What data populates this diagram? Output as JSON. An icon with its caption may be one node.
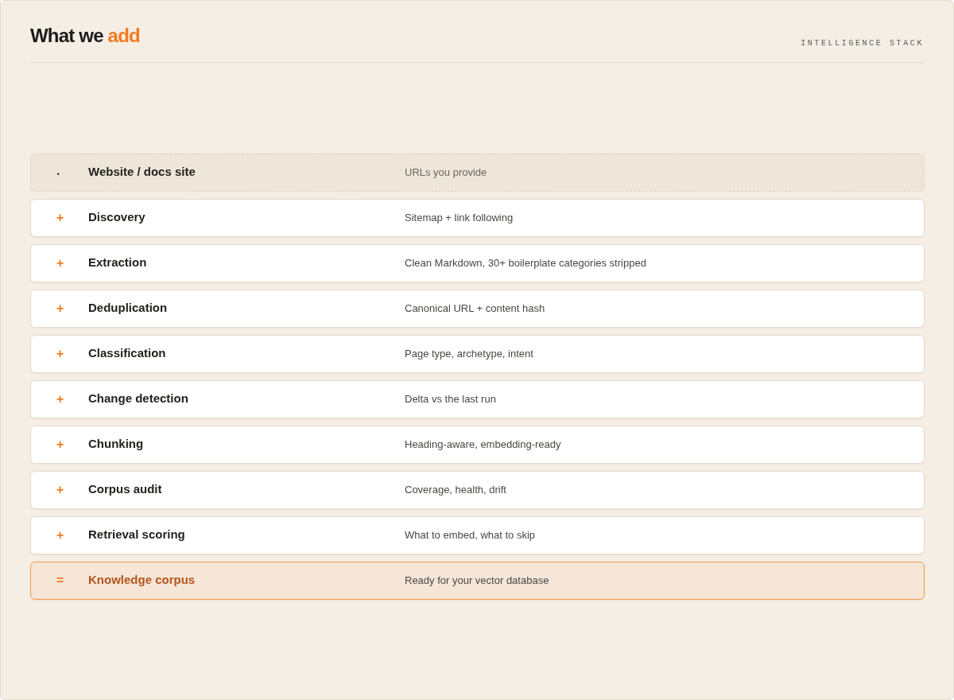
{
  "diagram": {
    "title": "What we add",
    "nodes": [
      {
        "text": [
          ".",
          "Website / docs site",
          "URLs you provide"
        ]
      },
      {
        "text": [
          "+",
          "Discovery",
          "Sitemap + link following"
        ]
      },
      {
        "text": [
          "+",
          "Extraction",
          "Clean Markdown, 30+ boilerplate categories stripped"
        ]
      },
      {
        "text": [
          "+",
          "Deduplication",
          "Canonical URL + content hash"
        ]
      },
      {
        "text": [
          "+",
          "Classification",
          "Page type, archetype, intent"
        ]
      },
      {
        "text": [
          "+",
          "Change detection",
          "Delta vs the last run"
        ]
      },
      {
        "text": [
          "+",
          "Chunking",
          "Heading-aware, embedding-ready"
        ]
      },
      {
        "text": [
          "+",
          "Corpus audit",
          "Coverage, health, drift"
        ]
      },
      {
        "text": [
          "+",
          "Retrieval scoring",
          "What to embed, what to skip"
        ]
      },
      {
        "text": [
          "=",
          "Knowledge corpus",
          "Ready for your vector database"
        ]
      }
    ],
    "labels": [
      "INTELLIGENCE STACK"
    ]
  }
}
